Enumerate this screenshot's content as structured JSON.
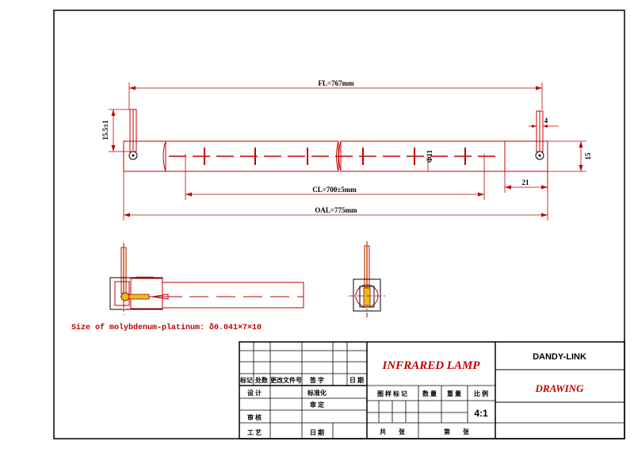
{
  "dimensions": {
    "fl": "FL=767mm",
    "cl": "CL=700±5mm",
    "oal": "OAL=775mm",
    "lead": "15.5±1",
    "diameter": "Φ11",
    "pin": "4",
    "height": "15",
    "width": "21"
  },
  "note": "Size of molybdenum-platinum: δ0.041×7×10",
  "title_block": {
    "product": "INFRARED LAMP",
    "company": "DANDY-LINK",
    "drawing": "DRAWING",
    "scale": "4:1",
    "rev_headers": [
      "标记",
      "处数",
      "更改文件号",
      "签 字",
      "日 期"
    ],
    "design": "设 计",
    "standardize": "标准化",
    "check": "审 定",
    "review": "审 核",
    "process": "工 艺",
    "date": "日 期",
    "info_headers": [
      "图 样 标 记",
      "数 量",
      "重 量",
      "比 例"
    ],
    "sheets_total": "共        张",
    "sheet_no": "第        张"
  }
}
